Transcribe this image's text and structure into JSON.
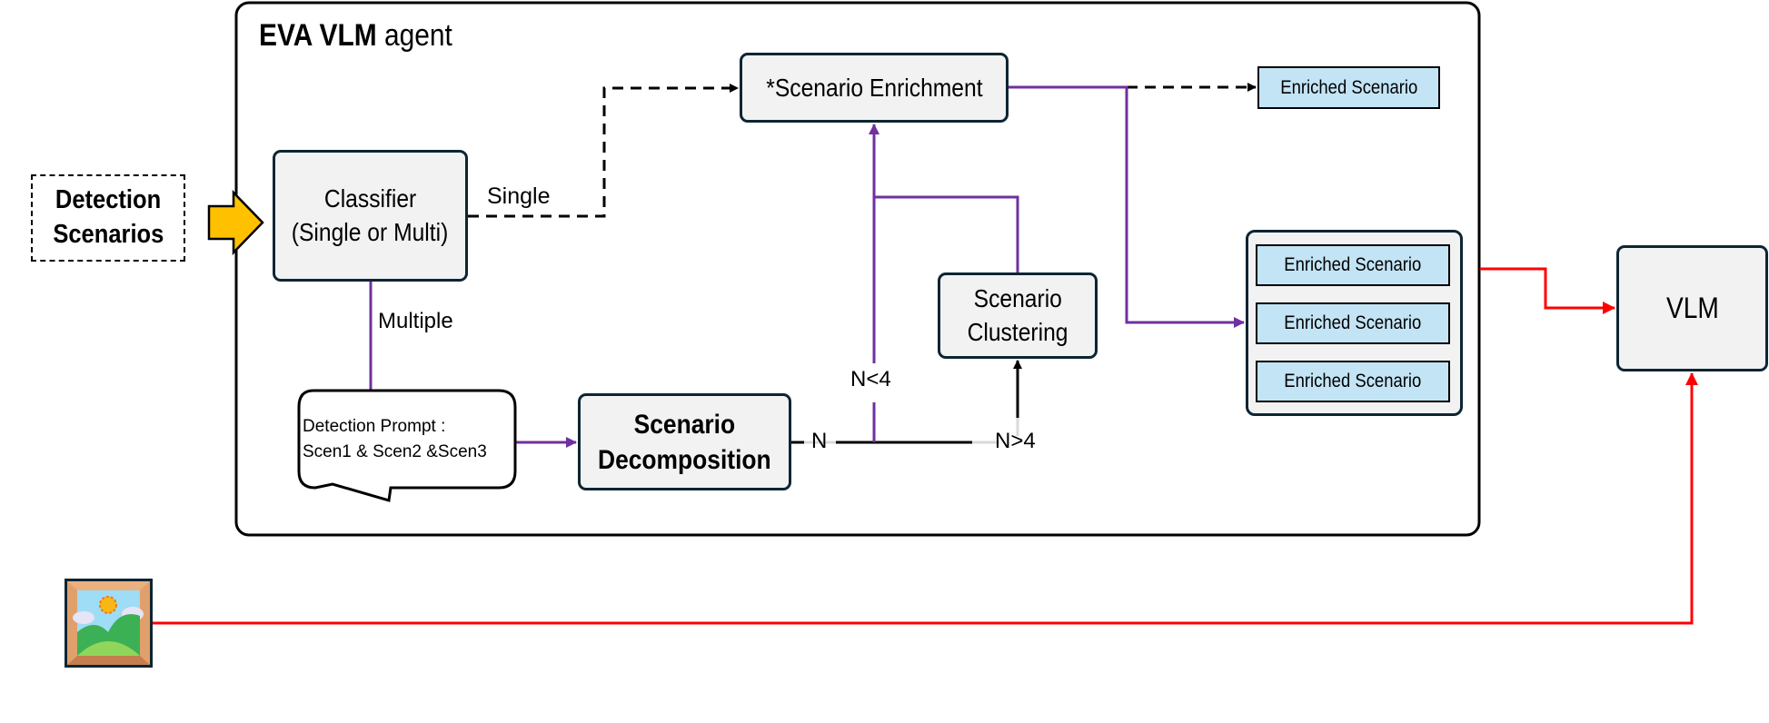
{
  "agent": {
    "title_bold": "EVA VLM",
    "title_rest": " agent"
  },
  "input": {
    "label_line1": "Detection",
    "label_line2": "Scenarios"
  },
  "classifier": {
    "line1": "Classifier",
    "line2": "(Single or Multi)"
  },
  "edges": {
    "single": "Single",
    "multiple": "Multiple",
    "n": "N",
    "n_less": "N<4",
    "n_greater": "N>4"
  },
  "prompt": {
    "line1": "Detection Prompt :",
    "line2": "Scen1 & Scen2 &Scen3"
  },
  "decomposition": {
    "line1": "Scenario",
    "line2": "Decomposition"
  },
  "clustering": {
    "line1": "Scenario",
    "line2": "Clustering"
  },
  "enrichment": {
    "label": "*Scenario Enrichment"
  },
  "enriched_single": {
    "label": "Enriched Scenario"
  },
  "enriched_group": [
    {
      "label": "Enriched Scenario"
    },
    {
      "label": "Enriched Scenario"
    },
    {
      "label": "Enriched Scenario"
    }
  ],
  "vlm": {
    "label": "VLM"
  },
  "image_input": {
    "icon": "framed-landscape-picture-icon"
  },
  "colors": {
    "purple": "#7030a0",
    "red": "#ff0000",
    "yellow": "#ffc000",
    "node_fill": "#f2f2f2",
    "enriched_fill": "#c3e4f5"
  }
}
